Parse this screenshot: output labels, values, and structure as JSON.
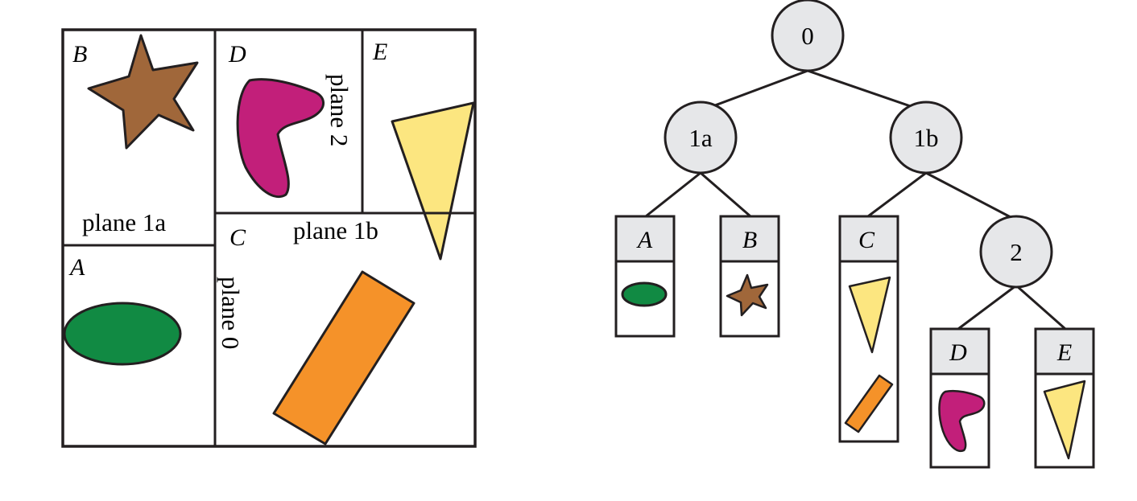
{
  "partition": {
    "regions": [
      {
        "id": "B",
        "label": "B",
        "shape": "star",
        "color": "#a0673a"
      },
      {
        "id": "D",
        "label": "D",
        "shape": "blob",
        "color": "#c21f7a"
      },
      {
        "id": "E",
        "label": "E",
        "shape": "triangle",
        "color": "#fce680"
      },
      {
        "id": "A",
        "label": "A",
        "shape": "ellipse",
        "color": "#118a43"
      },
      {
        "id": "C",
        "label": "C",
        "shape": "rectangle",
        "color": "#f59229"
      }
    ],
    "planes": {
      "p1a": "plane 1a",
      "p1b": "plane 1b",
      "p0": "plane 0",
      "p2": "plane 2"
    }
  },
  "tree": {
    "nodes": {
      "n0": "0",
      "n1a": "1a",
      "n1b": "1b",
      "n2": "2"
    },
    "leaves": {
      "A": {
        "label": "A"
      },
      "B": {
        "label": "B"
      },
      "C": {
        "label": "C"
      },
      "D": {
        "label": "D"
      },
      "E": {
        "label": "E"
      }
    }
  },
  "colors": {
    "node_fill": "#e6e7e9",
    "leaf_header_fill": "#e6e7e9",
    "stroke": "#231f20",
    "star": "#a0673a",
    "blob": "#c21f7a",
    "triangle": "#fce680",
    "ellipse": "#118a43",
    "rectangle": "#f59229"
  }
}
